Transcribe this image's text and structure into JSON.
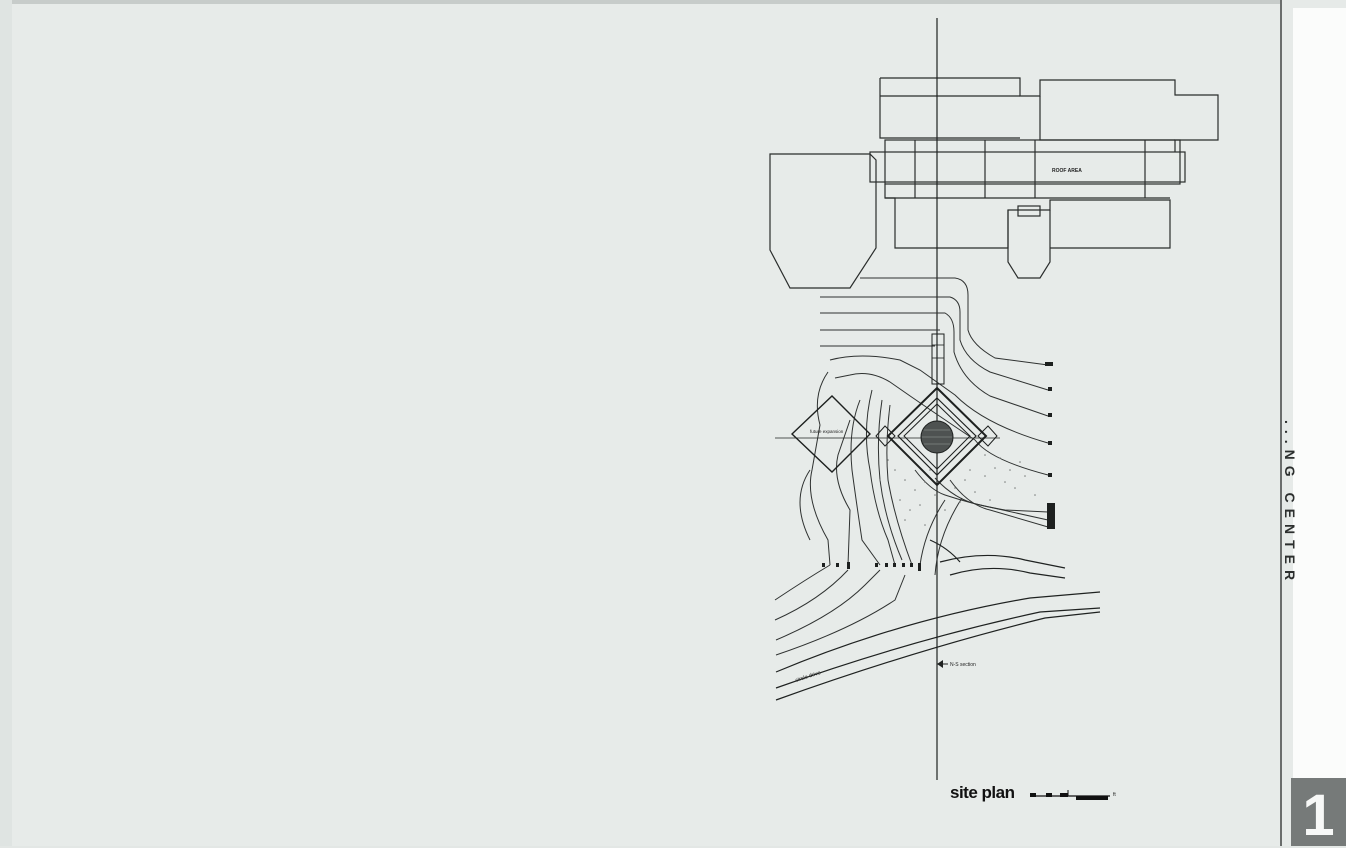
{
  "drawing": {
    "title": "site plan",
    "scale_note": "ft",
    "label_existing_building": "ROOF AREA",
    "label_structure": "future expansion",
    "label_road": "circle drive",
    "label_section": "N-S section",
    "title_block_text": "...NG CENTER",
    "sheet_number": "1"
  }
}
